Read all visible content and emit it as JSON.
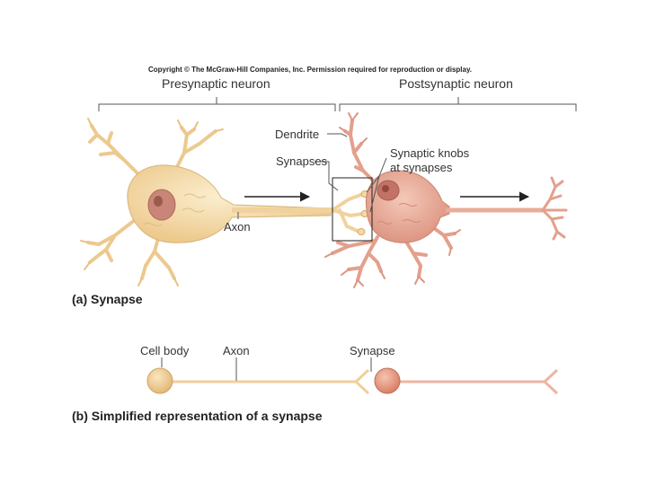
{
  "copyright": "Copyright © The McGraw-Hill Companies, Inc. Permission required for reproduction or display.",
  "panel_a": {
    "presynaptic_label": "Presynaptic neuron",
    "postsynaptic_label": "Postsynaptic neuron",
    "dendrite_label": "Dendrite",
    "synapses_label": "Synapses",
    "synaptic_knobs_line1": "Synaptic knobs",
    "synaptic_knobs_line2": "at synapses",
    "axon_label": "Axon",
    "caption": "(a) Synapse"
  },
  "panel_b": {
    "cell_body_label": "Cell body",
    "axon_label": "Axon",
    "synapse_label": "Synapse",
    "caption": "(b) Simplified representation of a synapse"
  },
  "colors": {
    "presynaptic_fill": "#f3d9a6",
    "presynaptic_stroke": "#d8b376",
    "postsynaptic_fill": "#e8a996",
    "postsynaptic_stroke": "#c98571",
    "nucleus": "#c98577",
    "line": "#555555"
  }
}
